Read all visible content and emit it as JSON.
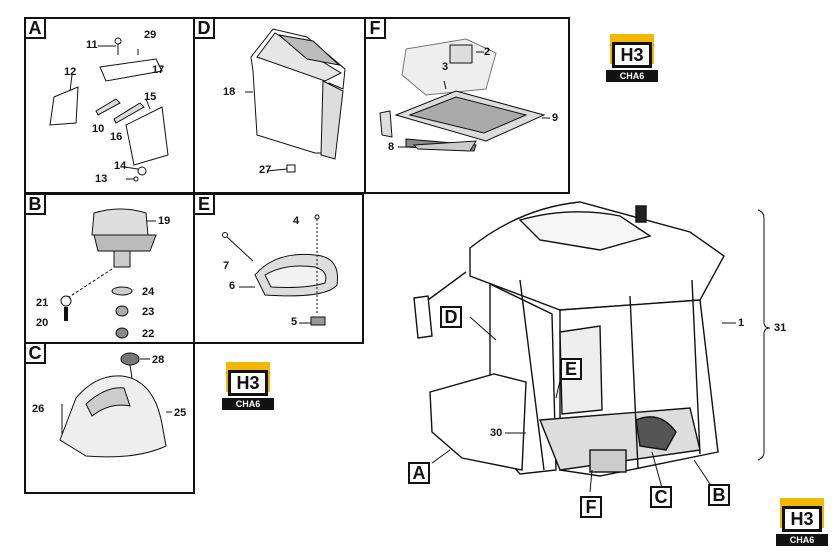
{
  "panels": {
    "A": {
      "tag": "A",
      "labels": [
        "11",
        "29",
        "17",
        "12",
        "10",
        "16",
        "15",
        "14",
        "13"
      ]
    },
    "D": {
      "tag": "D",
      "labels": [
        "18",
        "27"
      ]
    },
    "F": {
      "tag": "F",
      "labels": [
        "2",
        "3",
        "9",
        "8"
      ]
    },
    "B": {
      "tag": "B",
      "labels": [
        "19",
        "21",
        "24",
        "23",
        "20",
        "22"
      ]
    },
    "E": {
      "tag": "E",
      "labels": [
        "4",
        "7",
        "6",
        "5"
      ]
    },
    "C": {
      "tag": "C",
      "labels": [
        "28",
        "26",
        "25"
      ]
    }
  },
  "cab": {
    "labels": {
      "l1": "1",
      "l31": "31",
      "l30": "30"
    },
    "callouts": {
      "D": "D",
      "E": "E",
      "A": "A",
      "F": "F",
      "C": "C",
      "B": "B"
    }
  },
  "logo": {
    "mark": "H3",
    "brand": "CHA6",
    "roof_color": "#f2b800"
  }
}
